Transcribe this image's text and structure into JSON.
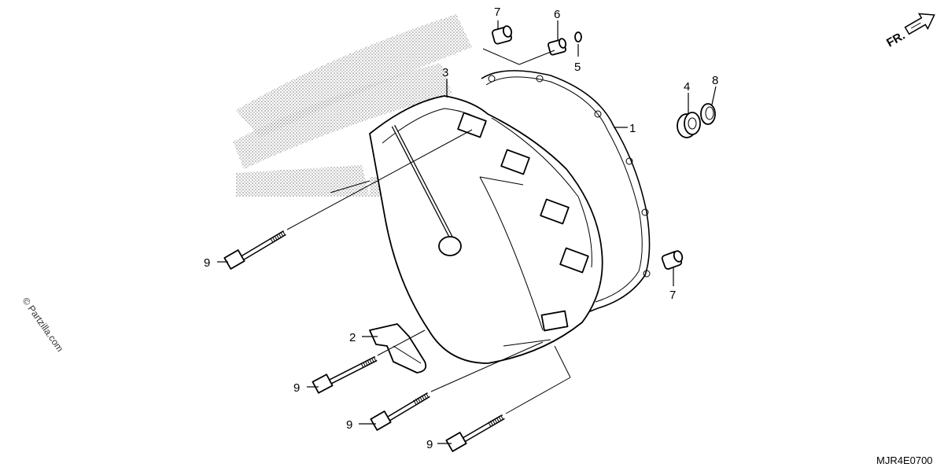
{
  "diagram": {
    "callouts": [
      {
        "id": "c7a",
        "text": "7"
      },
      {
        "id": "c6",
        "text": "6"
      },
      {
        "id": "c5",
        "text": "5"
      },
      {
        "id": "c3",
        "text": "3"
      },
      {
        "id": "c1",
        "text": "1"
      },
      {
        "id": "c4",
        "text": "4"
      },
      {
        "id": "c8",
        "text": "8"
      },
      {
        "id": "c7b",
        "text": "7"
      },
      {
        "id": "c9a",
        "text": "9"
      },
      {
        "id": "c2",
        "text": "2"
      },
      {
        "id": "c9b",
        "text": "9"
      },
      {
        "id": "c9c",
        "text": "9"
      },
      {
        "id": "c9d",
        "text": "9"
      }
    ],
    "direction_label": "FR.",
    "diagram_code": "MJR4E0700",
    "watermark": "© Partzilla.com"
  }
}
